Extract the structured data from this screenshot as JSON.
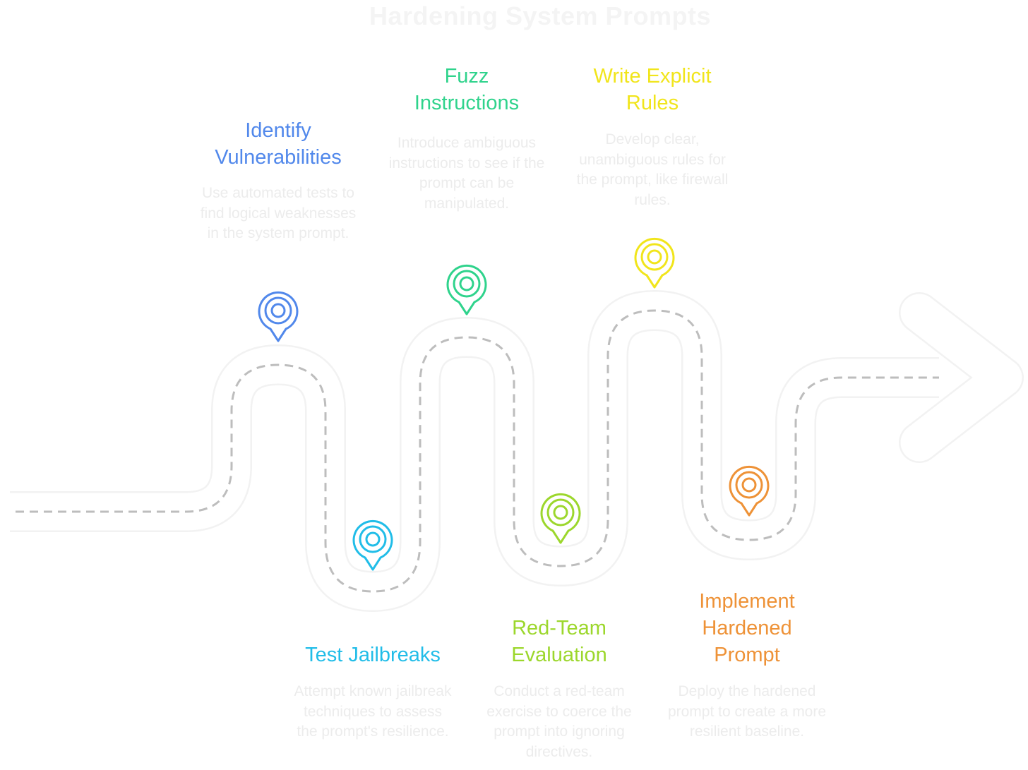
{
  "title": "Hardening System Prompts",
  "colors": {
    "road_border": "#f2f2f2",
    "dashes": "#bdbdbd",
    "identify": "#5188eb",
    "jailbreaks": "#21bde8",
    "fuzz": "#2fd38c",
    "redteam": "#9cd72c",
    "rules": "#f1e51b",
    "implement": "#ee9237"
  },
  "steps": [
    {
      "title": "Identify Vulnerabilities",
      "description": "Use automated tests to find logical weaknesses in the system prompt.",
      "icon": "map-pin-icon"
    },
    {
      "title": "Test Jailbreaks",
      "description": "Attempt known jailbreak techniques to assess the prompt's resilience.",
      "icon": "map-pin-icon"
    },
    {
      "title": "Fuzz Instructions",
      "description": "Introduce ambiguous instructions to see if the prompt can be manipulated.",
      "icon": "map-pin-icon"
    },
    {
      "title": "Red-Team Evaluation",
      "description": "Conduct a red-team exercise to coerce the prompt into ignoring directives.",
      "icon": "map-pin-icon"
    },
    {
      "title": "Write Explicit Rules",
      "description": "Develop clear, unambiguous rules for the prompt, like firewall rules.",
      "icon": "map-pin-icon"
    },
    {
      "title": "Implement Hardened Prompt",
      "description": "Deploy the hardened prompt to create a more resilient baseline.",
      "icon": "map-pin-icon"
    }
  ]
}
